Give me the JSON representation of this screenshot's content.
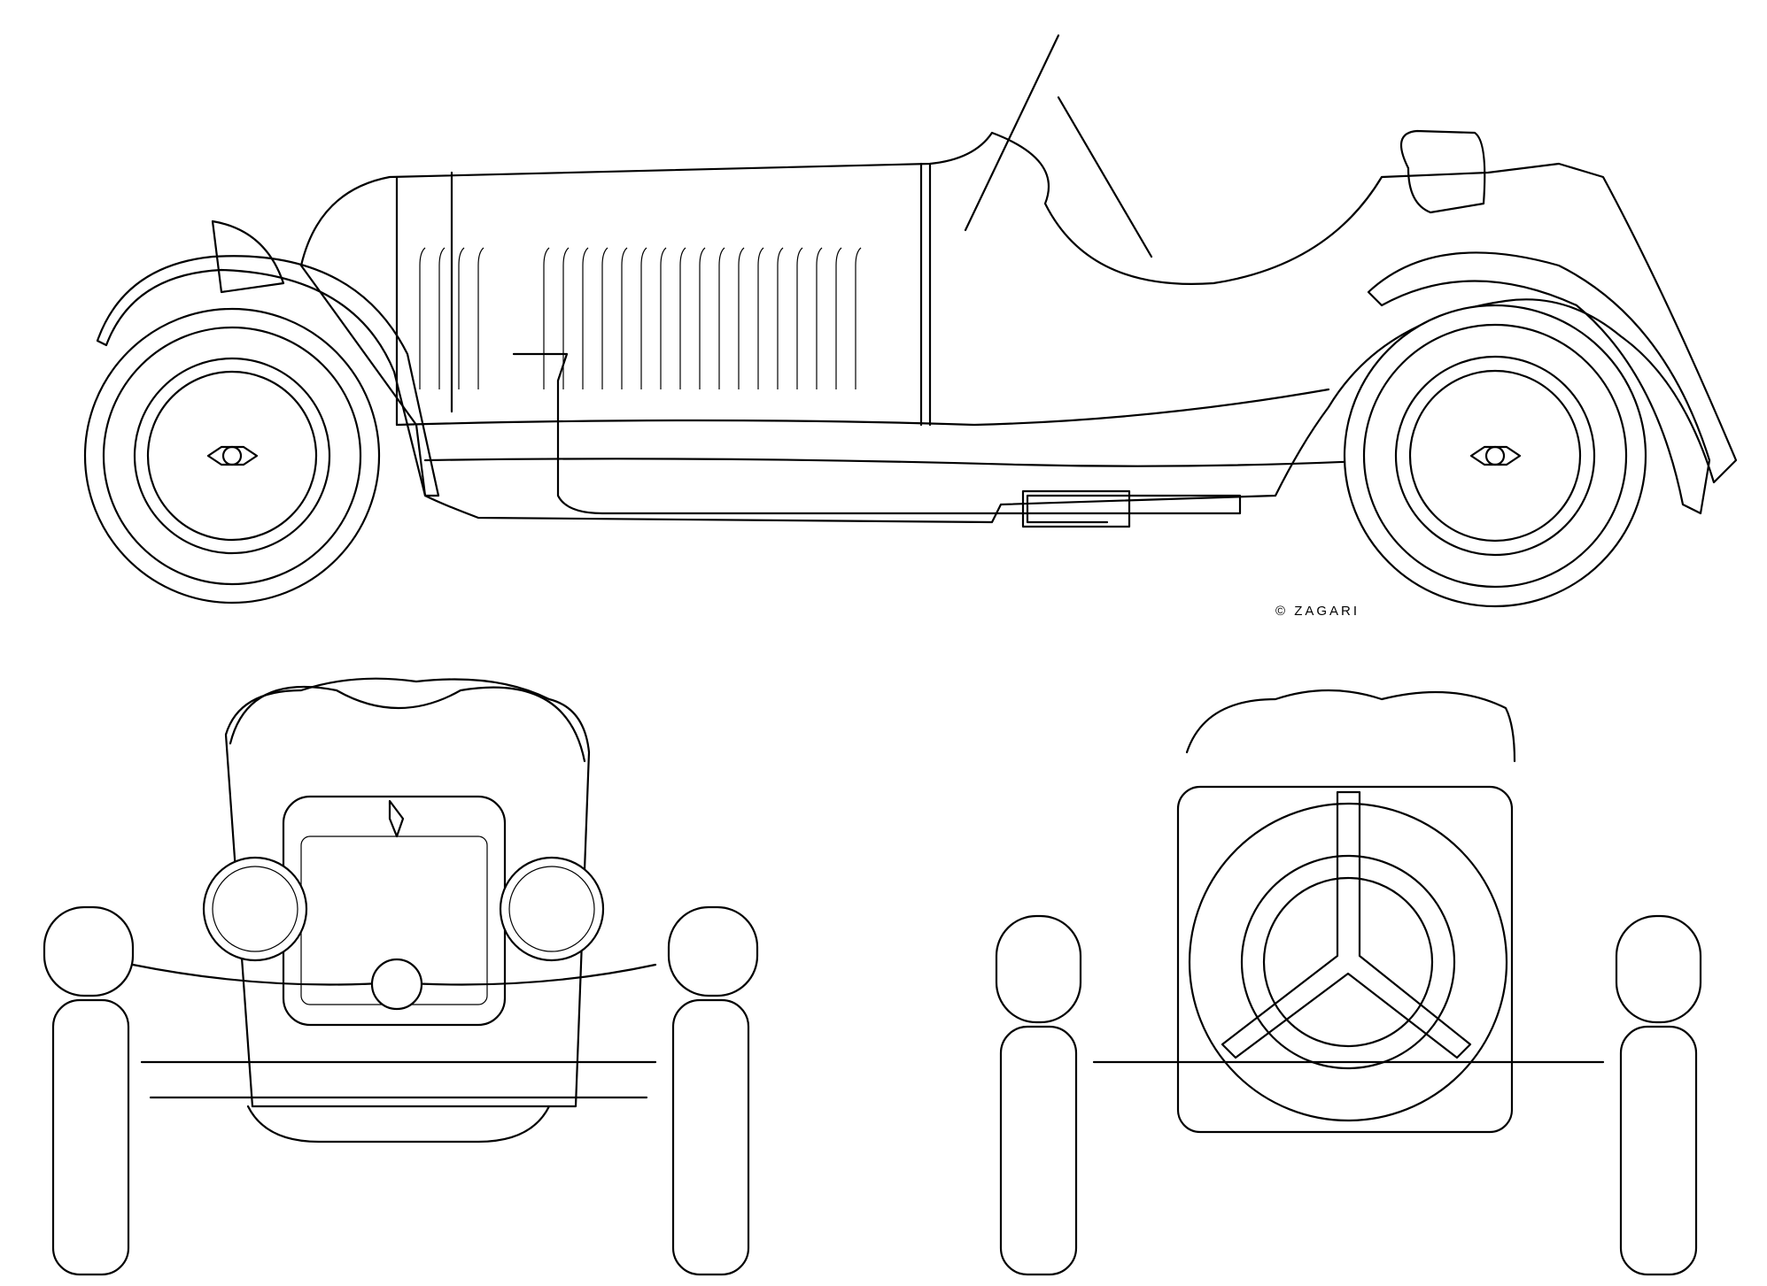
{
  "credit": "© ZAGARI",
  "views": [
    "side-view",
    "front-view",
    "rear-view"
  ],
  "colors": {
    "line": "#000000",
    "background": "#ffffff"
  }
}
